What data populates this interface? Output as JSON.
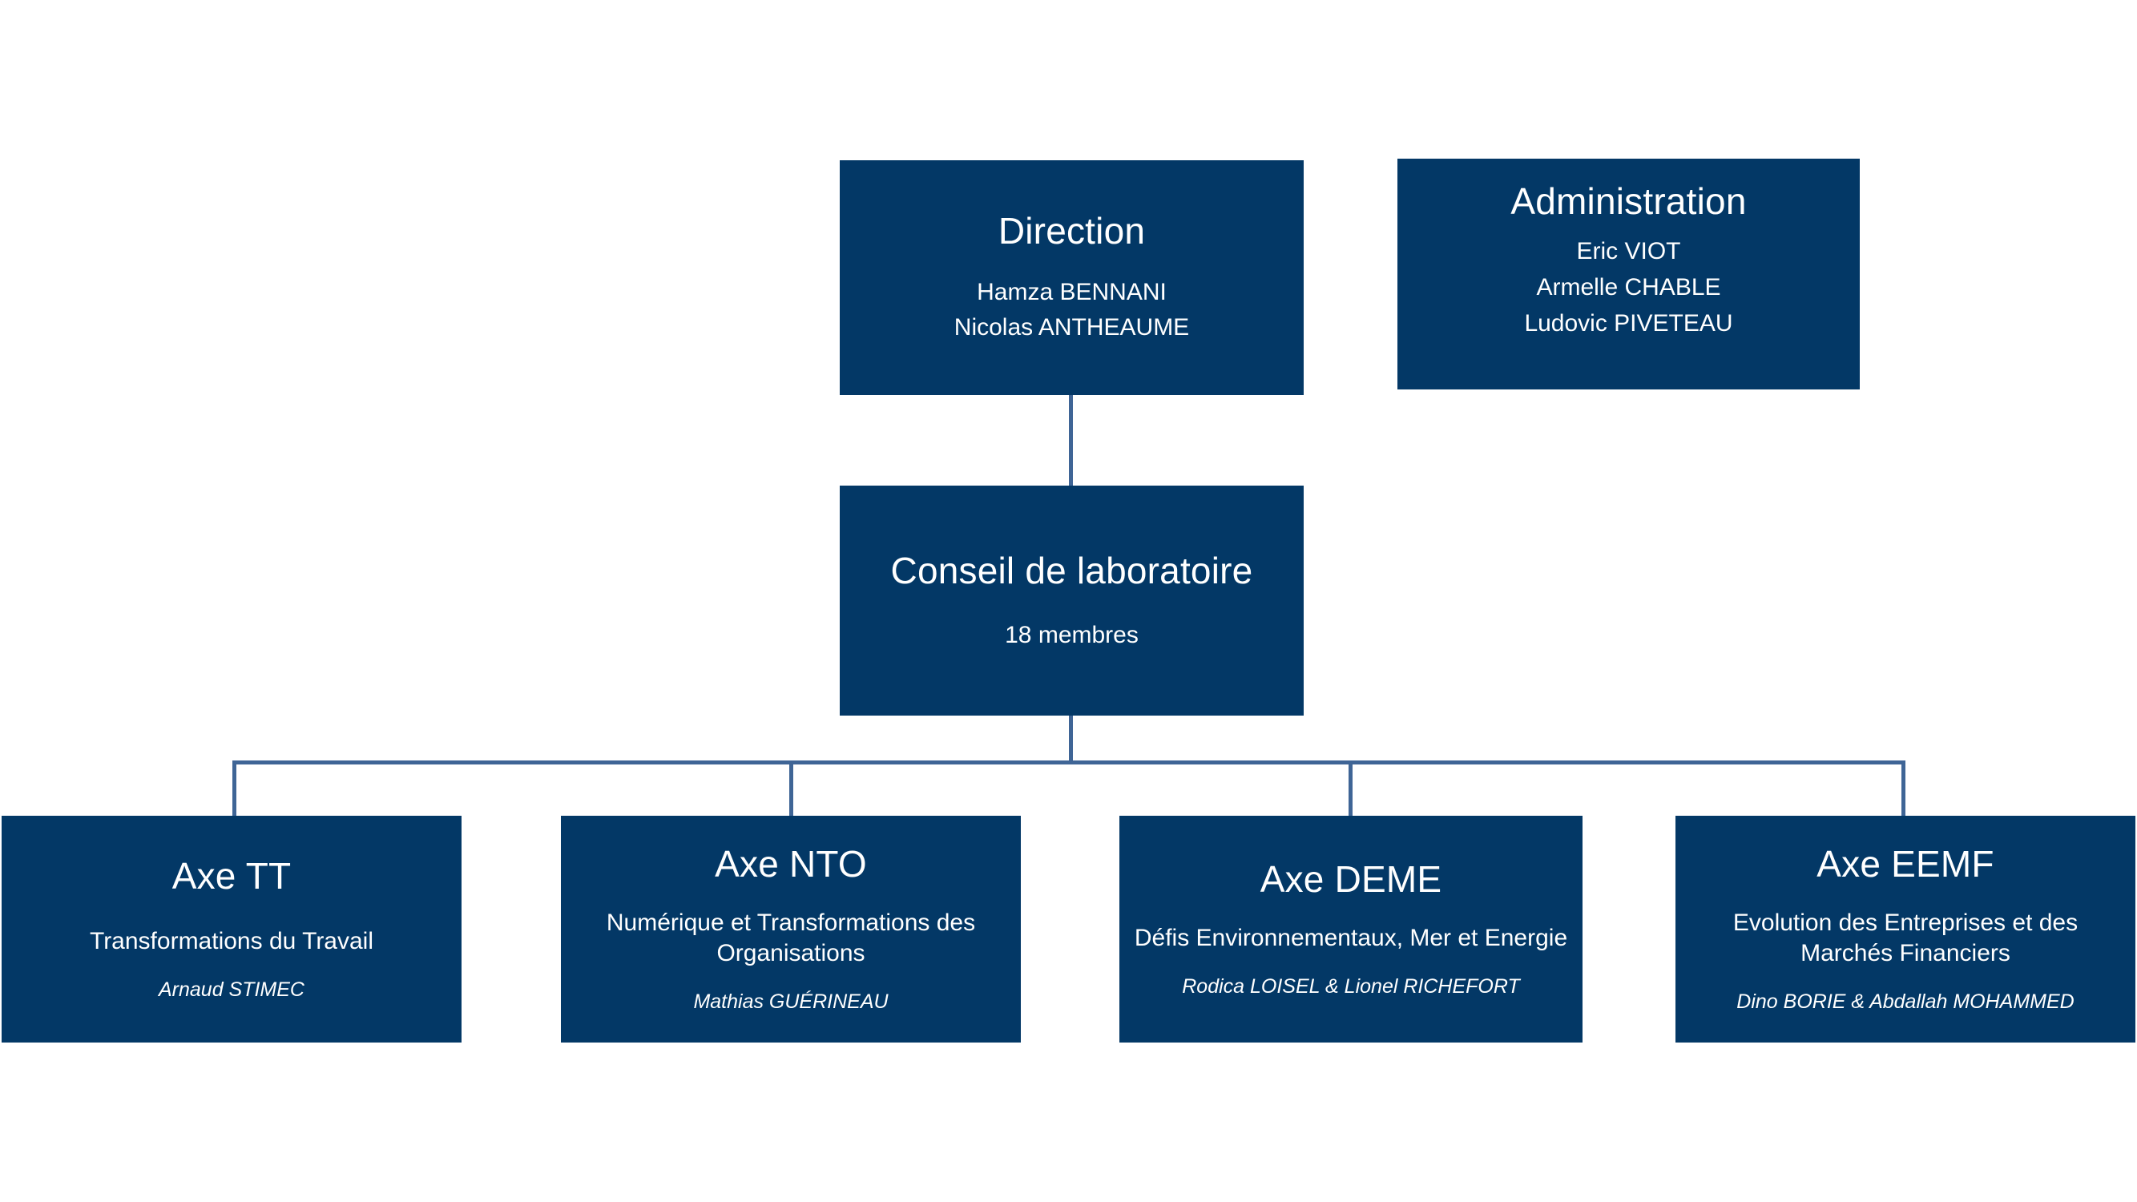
{
  "theme": {
    "box_fill": "#033866",
    "box_text": "#ffffff",
    "connector": "#3f6596",
    "background": "#ffffff"
  },
  "nodes": {
    "direction": {
      "title": "Direction",
      "members": [
        "Hamza BENNANI",
        "Nicolas ANTHEAUME"
      ]
    },
    "administration": {
      "title": "Administration",
      "members": [
        "Eric VIOT",
        "Armelle CHABLE",
        "Ludovic PIVETEAU"
      ]
    },
    "conseil": {
      "title": "Conseil de laboratoire",
      "subtitle": "18 membres"
    }
  },
  "axes": [
    {
      "title": "Axe TT",
      "subtitle": "Transformations du Travail",
      "lead": "Arnaud STIMEC"
    },
    {
      "title": "Axe NTO",
      "subtitle": "Numérique et Transformations des Organisations",
      "lead": "Mathias GUÉRINEAU"
    },
    {
      "title": "Axe DEME",
      "subtitle": "Défis Environnementaux, Mer et Energie",
      "lead": "Rodica LOISEL & Lionel RICHEFORT"
    },
    {
      "title": "Axe EEMF",
      "subtitle": "Evolution des Entreprises et des Marchés Financiers",
      "lead": "Dino BORIE & Abdallah MOHAMMED"
    }
  ]
}
